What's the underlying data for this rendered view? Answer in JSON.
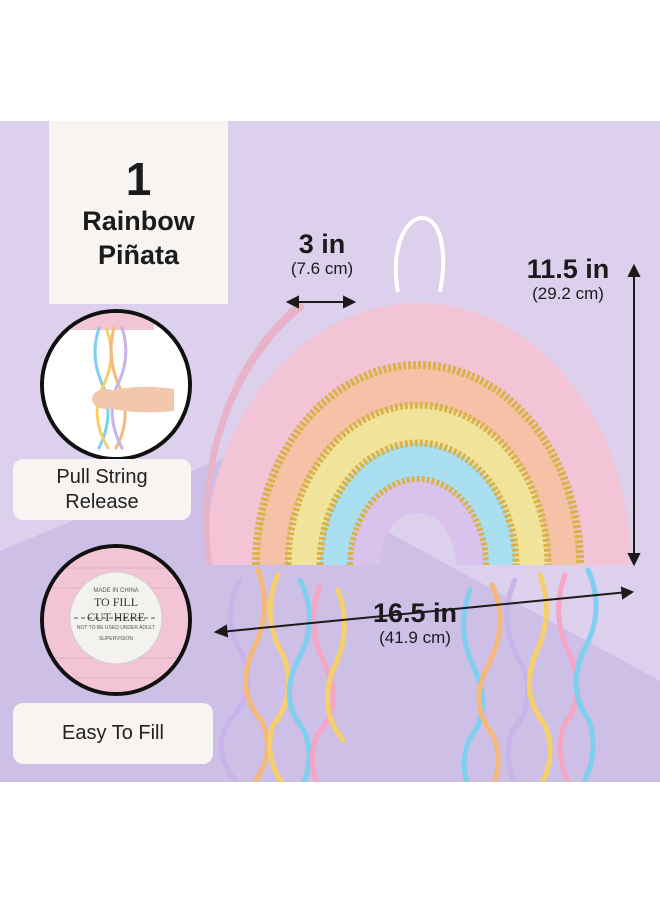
{
  "title": {
    "quantity": "1",
    "line1": "Rainbow",
    "line2": "Piñata"
  },
  "features": [
    {
      "label": "Pull String\nRelease",
      "line1": "Pull String",
      "line2": "Release"
    },
    {
      "label": "Easy To Fill"
    }
  ],
  "fill_seal": {
    "lines": [
      "MADE IN CHINA",
      "TO FILL",
      "CUT HERE",
      "NOT TO BE USED UNDER ADULT SUPERVISION"
    ]
  },
  "dimensions": {
    "depth": {
      "value": "3 in",
      "metric": "(7.6 cm)"
    },
    "height": {
      "value": "11.5 in",
      "metric": "(29.2 cm)"
    },
    "width": {
      "value": "16.5 in",
      "metric": "(41.9 cm)"
    }
  },
  "colors": {
    "background": "#dcd0ec",
    "wedge": "#cfc0e6",
    "pink": "#f2c4d6",
    "peach": "#f5c2a8",
    "yellow": "#f2e39a",
    "blue": "#a9dff0",
    "lavender": "#d9c2ec",
    "gold": "#d9b24a"
  }
}
